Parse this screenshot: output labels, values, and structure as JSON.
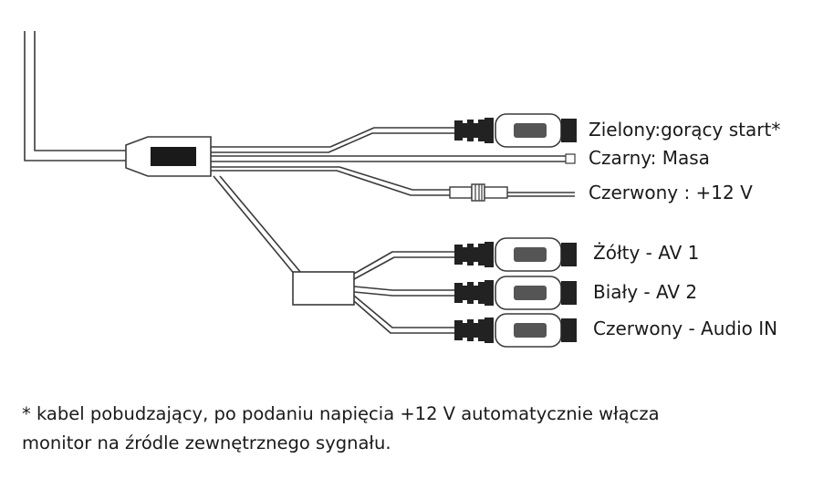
{
  "labels": {
    "green": "Zielony:gorący start*",
    "black": "Czarny: Masa",
    "red_power": "Czerwony : +12 V",
    "yellow": "Żółty - AV 1",
    "white": "Biały - AV 2",
    "red_audio": "Czerwony - Audio IN"
  },
  "note": {
    "line1": "* kabel pobudzający, po podaniu napięcia +12 V  automatycznie włącza",
    "line2": "monitor  na źródle zewnętrznego sygnału."
  },
  "colors": {
    "line": "#3a3a3a",
    "plug_dark": "#222222",
    "socket_inner": "#555555",
    "background": "#ffffff"
  }
}
